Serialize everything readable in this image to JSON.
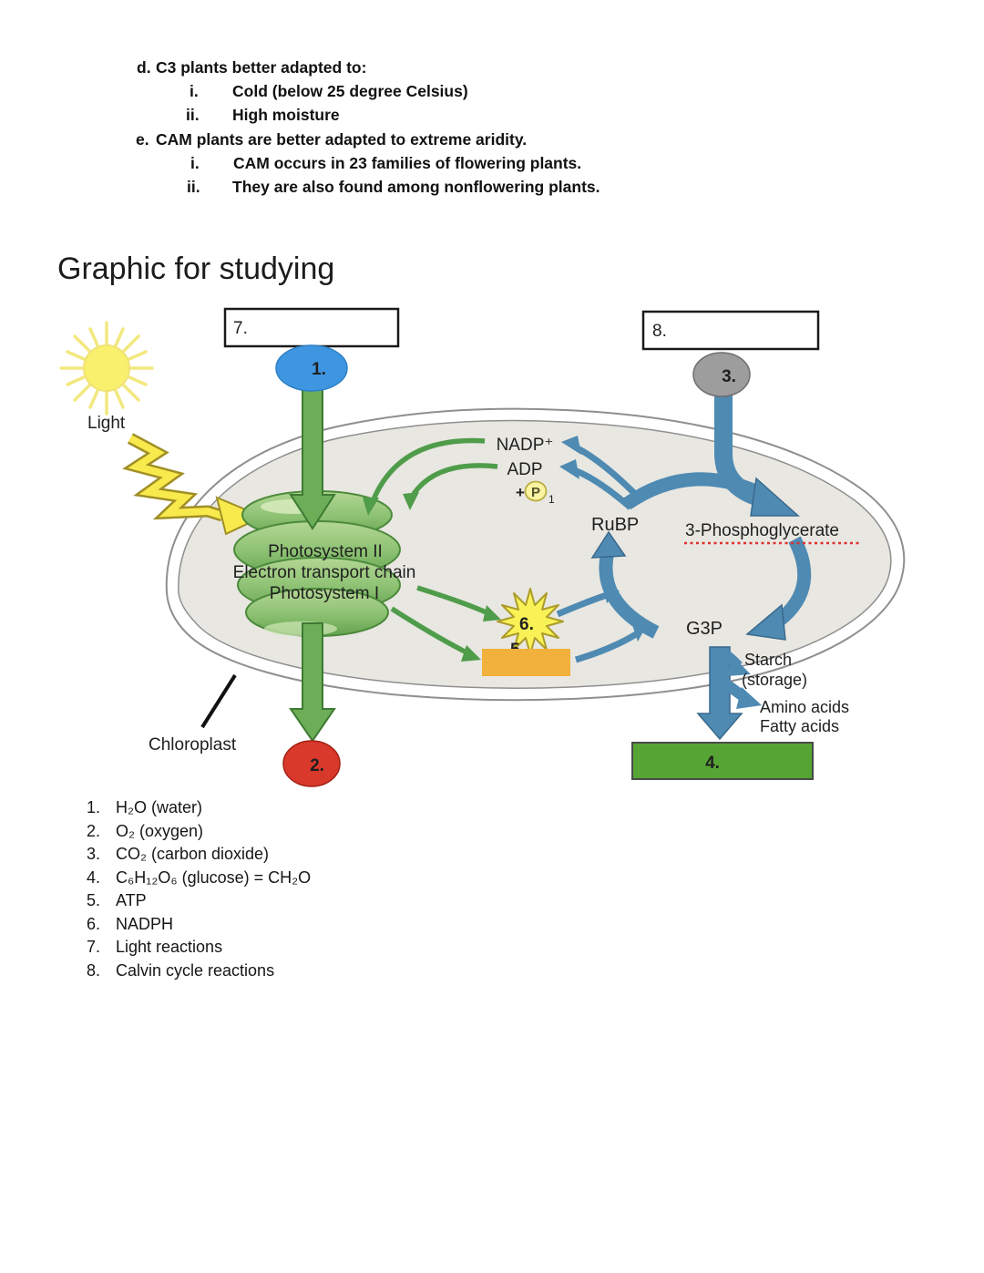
{
  "outline": {
    "items": [
      {
        "marker": "d.",
        "text": "C3 plants better adapted to:"
      },
      {
        "marker": "i.",
        "text": "Cold (below 25 degree Celsius)"
      },
      {
        "marker": "ii.",
        "text": "High moisture"
      },
      {
        "marker": "e.",
        "text": "CAM plants are better adapted to extreme aridity."
      },
      {
        "marker": "i.",
        "text": "CAM occurs in 23 families of flowering plants."
      },
      {
        "marker": "ii.",
        "text": "They are also found among nonflowering plants."
      }
    ]
  },
  "heading": "Graphic for studying",
  "diagram": {
    "box7_label": "7.",
    "box8_label": "8.",
    "ellipse1_label": "1.",
    "ellipse2_label": "2.",
    "ellipse3_label": "3.",
    "light_label": "Light",
    "chloroplast_label": "Chloroplast",
    "stack_line1": "Photosystem II",
    "stack_line2": "Electron transport chain",
    "stack_line3": "Photosystem I",
    "nadp": "NADP⁺",
    "adp": "ADP",
    "plus": "+",
    "p": "P",
    "p_sub": "1",
    "rubp": "RuBP",
    "pg3": "3-Phosphoglycerate",
    "g3p": "G3P",
    "star_label": "6.",
    "box5_label": "5.",
    "box4_label": "4.",
    "starch": "Starch",
    "storage": "(storage)",
    "amino": "Amino acids",
    "fatty": "Fatty acids",
    "colors": {
      "blue_arrow": "#4e8ab2",
      "blue_arrow_stroke": "#39698c",
      "green_arrow": "#6cae58",
      "green_arrow_stroke": "#3d7a32",
      "thin_green": "#4f9c4a",
      "ellipse1": "#3e96e1",
      "ellipse2": "#d8392b",
      "ellipse3": "#9d9d9d",
      "box4": "#56a534",
      "box5": "#f2b03c",
      "star": "#f9f257",
      "sun": "#f9f06e",
      "stroma": "#e8e7e1",
      "membrane": "#8f8f8f",
      "spellcheck_underline": "#e03131",
      "lightning": "#f8e94d"
    }
  },
  "legend": {
    "items": [
      {
        "num": "1.",
        "text": "H₂O (water)"
      },
      {
        "num": "2.",
        "text": "O₂ (oxygen)"
      },
      {
        "num": "3.",
        "text": "CO₂ (carbon dioxide)"
      },
      {
        "num": "4.",
        "text": "C₆H₁₂O₆ (glucose) = CH₂O"
      },
      {
        "num": "5.",
        "text": "ATP"
      },
      {
        "num": "6.",
        "text": "NADPH"
      },
      {
        "num": "7.",
        "text": "Light reactions"
      },
      {
        "num": "8.",
        "text": "Calvin cycle reactions"
      }
    ]
  }
}
